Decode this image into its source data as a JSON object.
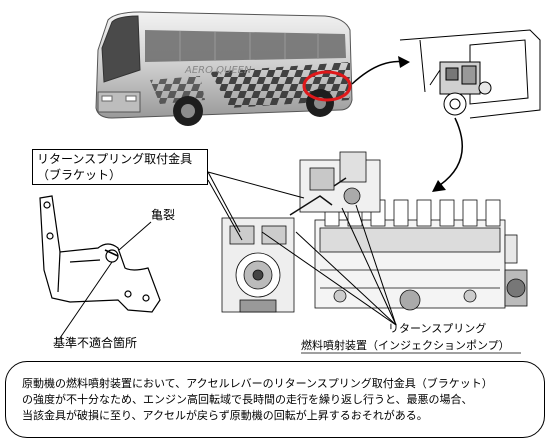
{
  "callout": {
    "line1": "リターンスプリング取付金具",
    "line2": "（ブラケット）"
  },
  "labels": {
    "crack": "亀裂",
    "nonconforming": "基準不適合箇所",
    "return_spring": "リターンスプリング",
    "pump": "燃料噴射装置（インジェクションポンプ）"
  },
  "bus": {
    "brand_text": "AERO QUEEN"
  },
  "description": {
    "lines": [
      "原動機の燃料噴射装置において、アクセルレバーのリターンスプリング取付金具（ブラケット）",
      "の強度が不十分なため、エンジン高回転域で長時間の走行を繰り返し行うと、最悪の場合、",
      "当該金具が破損に至り、アクセルが戻らず原動機の回転が上昇するおそれがある。"
    ]
  },
  "colors": {
    "highlight_ring": "#e0191b",
    "bus_body": "#d9d9d9",
    "bus_pattern": "#3a3a3a",
    "line": "#000000"
  }
}
